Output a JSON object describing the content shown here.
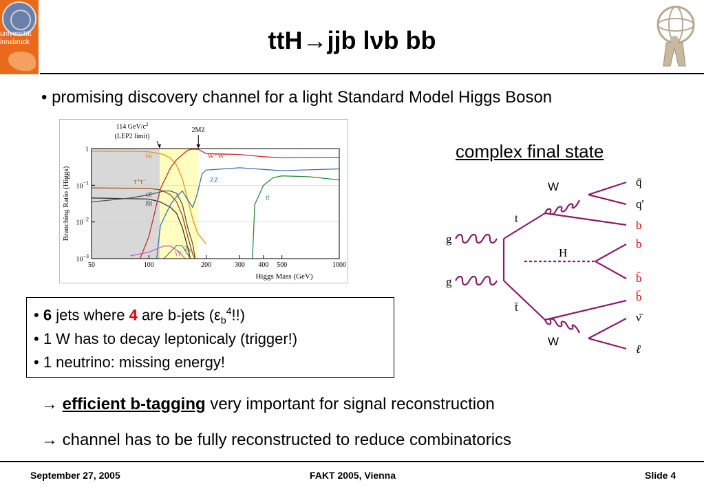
{
  "slide": {
    "logo_left_text_1": "universität",
    "logo_left_text_2": "innsbruck",
    "title_prefix": "ttH",
    "title_arrow": "→",
    "title_mid": "jjb l",
    "title_nu": "ν",
    "title_suffix": "b bb",
    "bullet_top": "promising discovery channel for a light Standard Model Higgs Boson",
    "bullet_glyph": "•",
    "final_state_title": "complex final state"
  },
  "box_jets": {
    "line1": {
      "num": "6",
      "t1": " jets where ",
      "num_red": "4",
      "t2": " are b-jets (ε",
      "sub": "b",
      "sup": "4",
      "t3": "!!)"
    },
    "line2": "1 W has to decay leptonicaly (trigger!)",
    "line3": "1 neutrino: missing energy!"
  },
  "conclusions": {
    "arrow": "→",
    "btag_bold": "efficient b-tagging",
    "btag_rest": " very important for signal reconstruction",
    "channel": "channel has to be fully reconstructed to reduce combinatorics"
  },
  "footer": {
    "date": "September 27, 2005",
    "event": "FAKT 2005, Vienna",
    "slide": "Slide 4"
  },
  "colors": {
    "red": "#e00000"
  },
  "chart_data": {
    "type": "line",
    "ylabel": "Branching Ratio (Higgs)",
    "xlabel": "Higgs Mass (GeV)",
    "x_scale": "log",
    "y_scale": "log",
    "xlim": [
      50,
      1000
    ],
    "ylim": [
      0.001,
      1
    ],
    "x_ticks": [
      50,
      100,
      200,
      300,
      400,
      500,
      1000
    ],
    "y_ticks": [
      {
        "v": 1,
        "base": "1",
        "exp": ""
      },
      {
        "v": 0.1,
        "base": "10",
        "exp": "−1"
      },
      {
        "v": 0.01,
        "base": "10",
        "exp": "−2"
      },
      {
        "v": 0.001,
        "base": "10",
        "exp": "−3"
      }
    ],
    "annotations": {
      "lep_l1": "114 GeV/c",
      "lep_l1_sup": "2",
      "lep_l2": "(LEP2 limit)",
      "twomz_a": "2M",
      "twomz_b": "Z"
    },
    "lep_limit": 114,
    "band": [
      114,
      182
    ],
    "series": [
      {
        "name": "bb",
        "label": "bb",
        "color": "#e8901a",
        "points": [
          [
            50,
            0.85
          ],
          [
            80,
            0.84
          ],
          [
            100,
            0.82
          ],
          [
            115,
            0.72
          ],
          [
            120,
            0.68
          ],
          [
            130,
            0.55
          ],
          [
            140,
            0.35
          ],
          [
            150,
            0.15
          ],
          [
            160,
            0.04
          ],
          [
            170,
            0.012
          ],
          [
            180,
            0.005
          ],
          [
            200,
            0.0025
          ]
        ]
      },
      {
        "name": "τ+τ−",
        "label": "τ⁺τ⁻",
        "color": "#a04a18",
        "points": [
          [
            50,
            0.085
          ],
          [
            100,
            0.082
          ],
          [
            115,
            0.075
          ],
          [
            130,
            0.055
          ],
          [
            140,
            0.035
          ],
          [
            150,
            0.015
          ],
          [
            160,
            0.004
          ],
          [
            170,
            0.0013
          ],
          [
            175,
            0.001
          ]
        ]
      },
      {
        "name": "cc",
        "label": "cc̄",
        "color": "#333333",
        "points": [
          [
            50,
            0.045
          ],
          [
            100,
            0.042
          ],
          [
            115,
            0.035
          ],
          [
            130,
            0.025
          ],
          [
            140,
            0.017
          ],
          [
            150,
            0.007
          ],
          [
            160,
            0.002
          ],
          [
            165,
            0.001
          ]
        ]
      },
      {
        "name": "gg",
        "label": "gg",
        "color": "#555555",
        "points": [
          [
            50,
            0.035
          ],
          [
            80,
            0.045
          ],
          [
            100,
            0.055
          ],
          [
            120,
            0.07
          ],
          [
            130,
            0.07
          ],
          [
            140,
            0.06
          ],
          [
            150,
            0.03
          ],
          [
            160,
            0.007
          ],
          [
            170,
            0.0025
          ],
          [
            175,
            0.001
          ]
        ]
      },
      {
        "name": "W+W−",
        "label": "W⁺W⁻",
        "color": "#cc2a2a",
        "points": [
          [
            90,
            0.001
          ],
          [
            100,
            0.004
          ],
          [
            115,
            0.08
          ],
          [
            130,
            0.3
          ],
          [
            140,
            0.5
          ],
          [
            150,
            0.68
          ],
          [
            160,
            0.9
          ],
          [
            170,
            0.96
          ],
          [
            182,
            0.95
          ],
          [
            200,
            0.73
          ],
          [
            300,
            0.69
          ],
          [
            400,
            0.6
          ],
          [
            500,
            0.56
          ],
          [
            700,
            0.57
          ],
          [
            1000,
            0.58
          ]
        ]
      },
      {
        "name": "ZZ",
        "label": "ZZ",
        "color": "#3a6fb8",
        "points": [
          [
            110,
            0.001
          ],
          [
            115,
            0.008
          ],
          [
            130,
            0.03
          ],
          [
            140,
            0.05
          ],
          [
            150,
            0.07
          ],
          [
            160,
            0.04
          ],
          [
            170,
            0.025
          ],
          [
            180,
            0.06
          ],
          [
            190,
            0.2
          ],
          [
            200,
            0.26
          ],
          [
            300,
            0.3
          ],
          [
            400,
            0.27
          ],
          [
            500,
            0.25
          ],
          [
            1000,
            0.28
          ]
        ]
      },
      {
        "name": "tt",
        "label": "tt̄",
        "color": "#2a8a3a",
        "points": [
          [
            350,
            0.001
          ],
          [
            360,
            0.03
          ],
          [
            400,
            0.1
          ],
          [
            450,
            0.16
          ],
          [
            500,
            0.18
          ],
          [
            700,
            0.17
          ],
          [
            1000,
            0.14
          ]
        ]
      },
      {
        "name": "γγ",
        "label": "γγ",
        "color": "#c060c0",
        "points": [
          [
            80,
            0.0012
          ],
          [
            100,
            0.0015
          ],
          [
            120,
            0.0022
          ],
          [
            130,
            0.0022
          ],
          [
            145,
            0.0015
          ],
          [
            155,
            0.001
          ]
        ]
      },
      {
        "name": "Zγ",
        "label": "Zγ",
        "color": "#777777",
        "points": [
          [
            120,
            0.001
          ],
          [
            140,
            0.0023
          ],
          [
            150,
            0.0022
          ],
          [
            160,
            0.0013
          ],
          [
            165,
            0.001
          ]
        ]
      }
    ]
  },
  "feynman": {
    "W_top": "W",
    "W_bottom": "W",
    "t": "t",
    "tbar": "t̄",
    "H": "H",
    "g1": "g",
    "g2": "g",
    "q": "q̄",
    "qprime": "q'",
    "b1": "b",
    "b2": "b",
    "bbar1": "b̄",
    "bbar2": "b̄",
    "nubar": "ν̄",
    "ell": "ℓ"
  }
}
